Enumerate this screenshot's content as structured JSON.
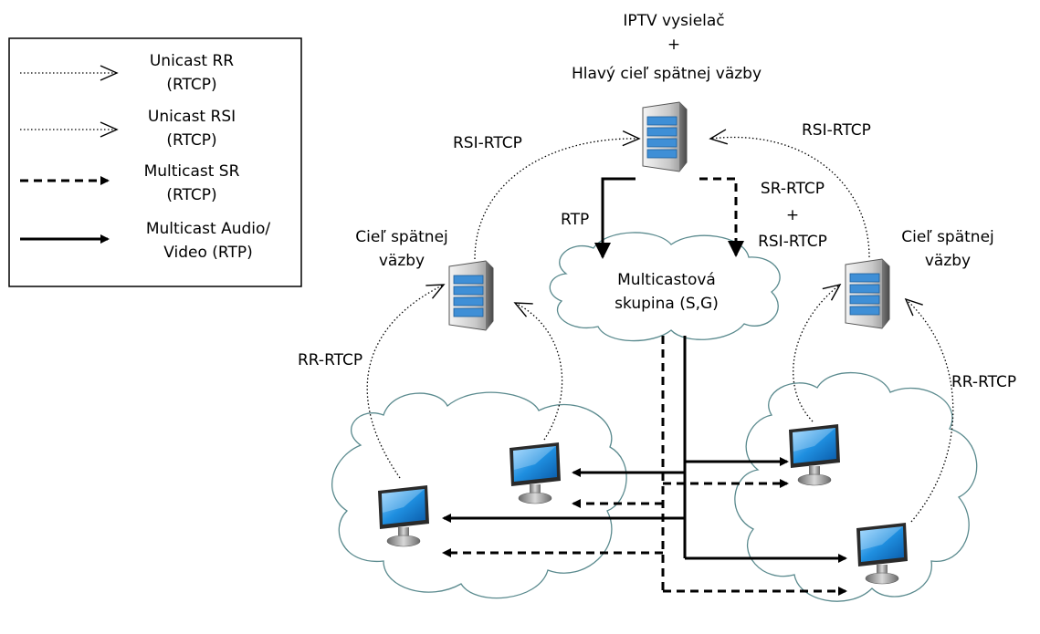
{
  "legend": {
    "items": [
      {
        "style": "dotted-open",
        "line1": "Unicast RR",
        "line2": "(RTCP)"
      },
      {
        "style": "dotted-open",
        "line1": "Unicast RSI",
        "line2": "(RTCP)"
      },
      {
        "style": "dashed-filled",
        "line1": "Multicast SR",
        "line2": "(RTCP)"
      },
      {
        "style": "solid-filled",
        "line1": "Multicast Audio/",
        "line2": "Video (RTP)"
      }
    ]
  },
  "nodes": {
    "source_line1": "IPTV vysielač",
    "source_plus": "+",
    "source_line2": "Hlavý cieľ  spätnej väzby",
    "left_feedback_line1": "Cieľ spätnej",
    "left_feedback_line2": "väzby",
    "right_feedback_line1": "Cieľ spätnej",
    "right_feedback_line2": "väzby",
    "group_line1": "Multicastová",
    "group_line2": "skupina (S,G)"
  },
  "edge_labels": {
    "rsi_left": "RSI-RTCP",
    "rsi_right": "RSI-RTCP",
    "rtp": "RTP",
    "sr_line1": "SR-RTCP",
    "sr_plus": "+",
    "sr_line2": "RSI-RTCP",
    "rr_left": "RR-RTCP",
    "rr_right": "RR-RTCP"
  },
  "colors": {
    "cloud_stroke": "#5a8a8e",
    "server_blue": "#3f8fd6",
    "monitor_blue": "#1f8fe0"
  },
  "icons": [
    "server-icon",
    "monitor-icon",
    "cloud-shape"
  ]
}
